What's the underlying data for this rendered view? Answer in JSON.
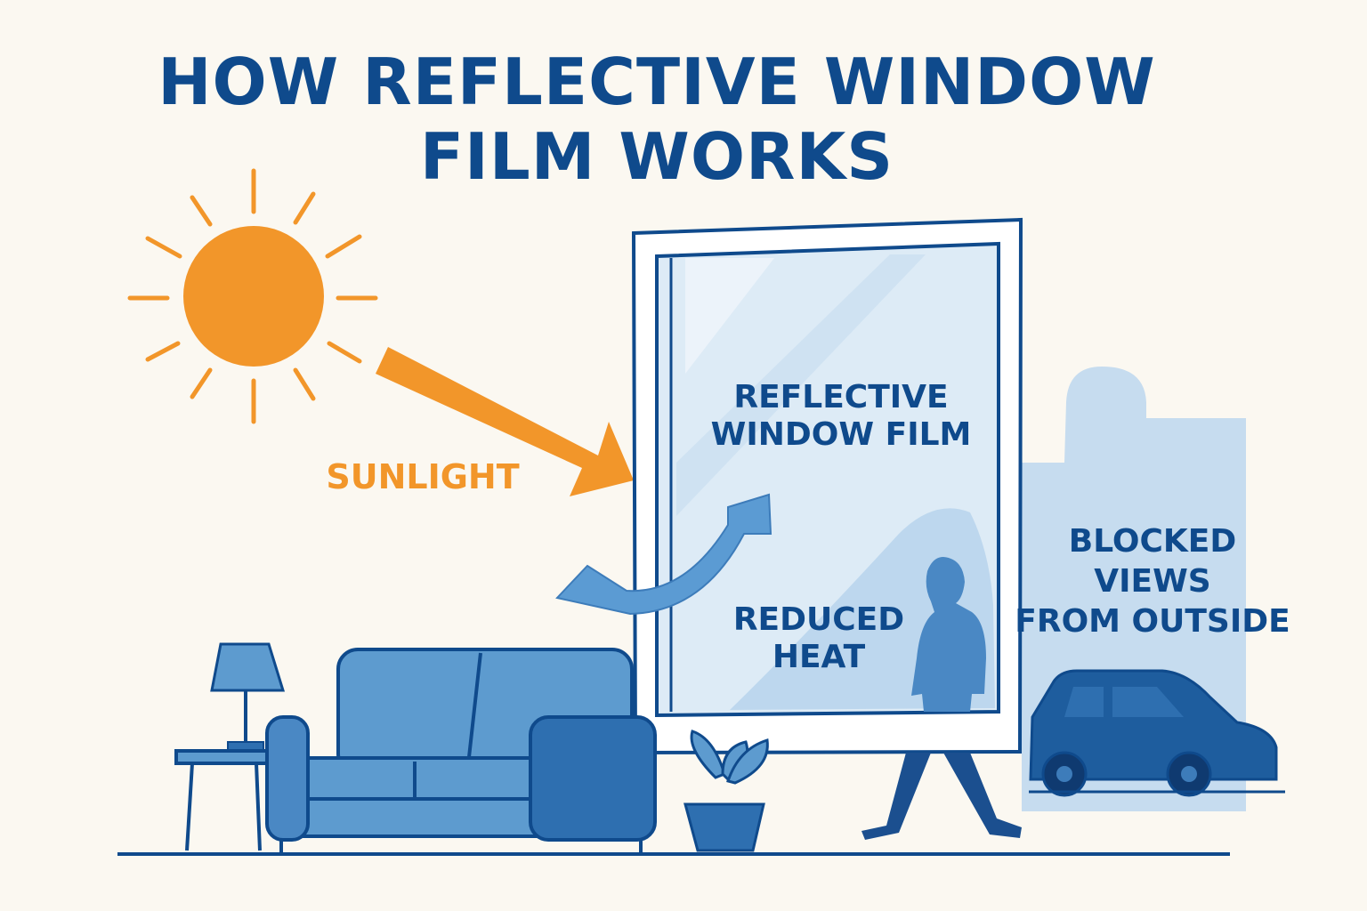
{
  "title": {
    "line1": "HOW REFLECTIVE WINDOW",
    "line2": "FILM WORKS"
  },
  "labels": {
    "sunlight": "SUNLIGHT",
    "film_line1": "REFLECTIVE",
    "film_line2": "WINDOW FILM",
    "heat_line1": "REDUCED",
    "heat_line2": "HEAT",
    "views_line1": "BLOCKED",
    "views_line2": "VIEWS",
    "views_line3": "FROM OUTSIDE"
  },
  "colors": {
    "navy": "#0F4A8C",
    "orange": "#F2962A",
    "sofa_blue": "#5D9BCF",
    "sofa_dark": "#2E6FB0",
    "glass": "#DDEBF6",
    "glass_shade": "#B7D4EC",
    "silhouette": "#9FC4E4",
    "figure": "#4A88C4",
    "car": "#1E5D9E",
    "background": "#FBF8F1"
  }
}
